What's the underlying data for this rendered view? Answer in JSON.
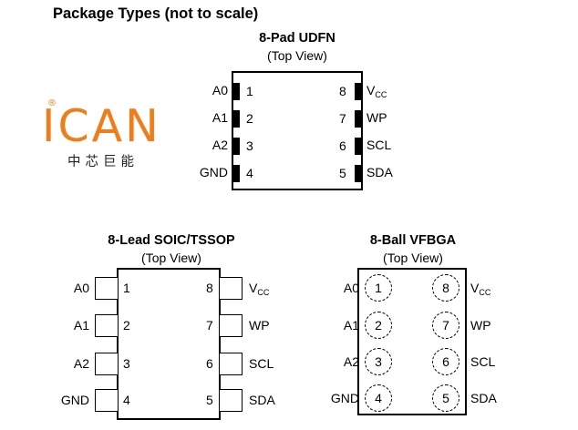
{
  "page_title": "Package Types (not to scale)",
  "logo": {
    "brand": "ICAN",
    "subtitle": "中芯巨能",
    "registered_mark": "®",
    "color": "#ef7d1a"
  },
  "udfn": {
    "title": "8-Pad UDFN",
    "subtitle": "(Top View)",
    "left_pins": [
      {
        "label": "A0",
        "num": "1"
      },
      {
        "label": "A1",
        "num": "2"
      },
      {
        "label": "A2",
        "num": "3"
      },
      {
        "label": "GND",
        "num": "4"
      }
    ],
    "right_pins": [
      {
        "label": "V",
        "sub": "CC",
        "num": "8"
      },
      {
        "label": "WP",
        "num": "7"
      },
      {
        "label": "SCL",
        "num": "6"
      },
      {
        "label": "SDA",
        "num": "5"
      }
    ]
  },
  "soic": {
    "title": "8-Lead SOIC/TSSOP",
    "subtitle": "(Top View)",
    "left_pins": [
      {
        "label": "A0",
        "num": "1"
      },
      {
        "label": "A1",
        "num": "2"
      },
      {
        "label": "A2",
        "num": "3"
      },
      {
        "label": "GND",
        "num": "4"
      }
    ],
    "right_pins": [
      {
        "label": "V",
        "sub": "CC",
        "num": "8"
      },
      {
        "label": "WP",
        "num": "7"
      },
      {
        "label": "SCL",
        "num": "6"
      },
      {
        "label": "SDA",
        "num": "5"
      }
    ]
  },
  "vfbga": {
    "title": "8-Ball VFBGA",
    "subtitle": "(Top View)",
    "left_pins": [
      {
        "label": "A0",
        "num": "1"
      },
      {
        "label": "A1",
        "num": "2"
      },
      {
        "label": "A2",
        "num": "3"
      },
      {
        "label": "GND",
        "num": "4"
      }
    ],
    "right_pins": [
      {
        "label": "V",
        "sub": "CC",
        "num": "8"
      },
      {
        "label": "WP",
        "num": "7"
      },
      {
        "label": "SCL",
        "num": "6"
      },
      {
        "label": "SDA",
        "num": "5"
      }
    ]
  }
}
